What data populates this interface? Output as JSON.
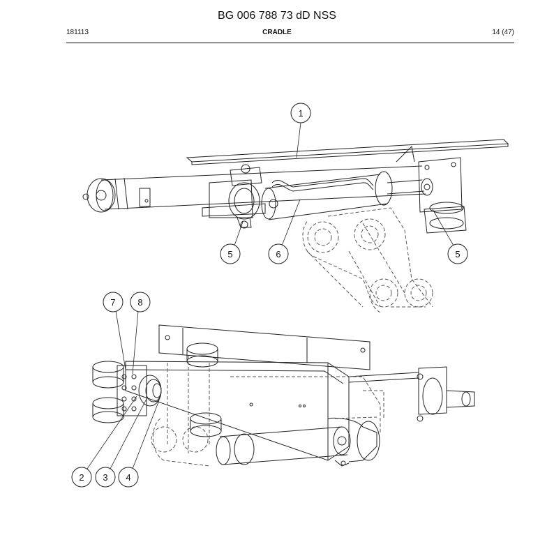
{
  "header": {
    "doc_number": "BG 006 788 73 dD NSS",
    "date_code": "181113",
    "section_title": "CRADLE",
    "page_indicator": "14 (47)"
  },
  "callouts": {
    "c1": "1",
    "c5a": "5",
    "c6": "6",
    "c5b": "5",
    "c7": "7",
    "c8": "8",
    "c2": "2",
    "c3": "3",
    "c4": "4"
  },
  "colors": {
    "line": "#222222",
    "hidden_line": "#555555",
    "background": "#ffffff"
  }
}
